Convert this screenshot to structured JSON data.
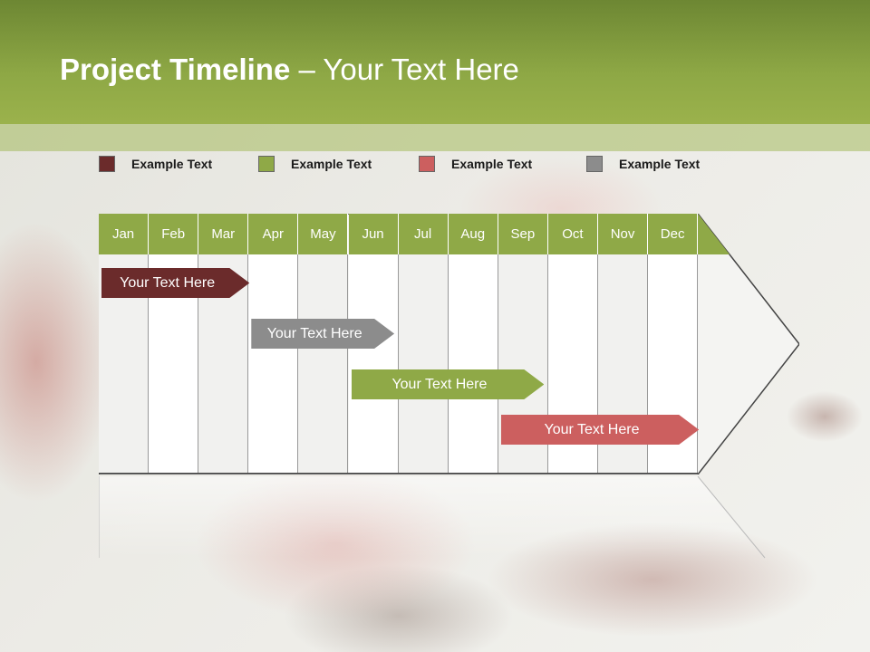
{
  "slide": {
    "title_bold": "Project Timeline",
    "title_rest": " – Your Text Here"
  },
  "legend": [
    {
      "label": "Example Text",
      "color": "#6b2b2b"
    },
    {
      "label": "Example Text",
      "color": "#8fa947"
    },
    {
      "label": "Example Text",
      "color": "#cc5f5f"
    },
    {
      "label": "Example Text",
      "color": "#8c8c8c"
    }
  ],
  "timeline": {
    "months": [
      "Jan",
      "Feb",
      "Mar",
      "Apr",
      "May",
      "Jun",
      "Jul",
      "Aug",
      "Sep",
      "Oct",
      "Nov",
      "Dec"
    ],
    "tasks": [
      {
        "label": "Your  Text Here",
        "start_month": 1.0,
        "end_month": 4.0,
        "color": "#6b2b2b"
      },
      {
        "label": "Your  Text Here",
        "start_month": 4.0,
        "end_month": 6.9,
        "color": "#8c8c8c"
      },
      {
        "label": "Your  Text Here",
        "start_month": 6.0,
        "end_month": 9.9,
        "color": "#8fa947"
      },
      {
        "label": "Your  Text Here",
        "start_month": 9.0,
        "end_month": 13.0,
        "color": "#cc5f5f"
      }
    ]
  },
  "colors": {
    "header_green": "#8fa947",
    "title_green": "#7e9a3c"
  }
}
